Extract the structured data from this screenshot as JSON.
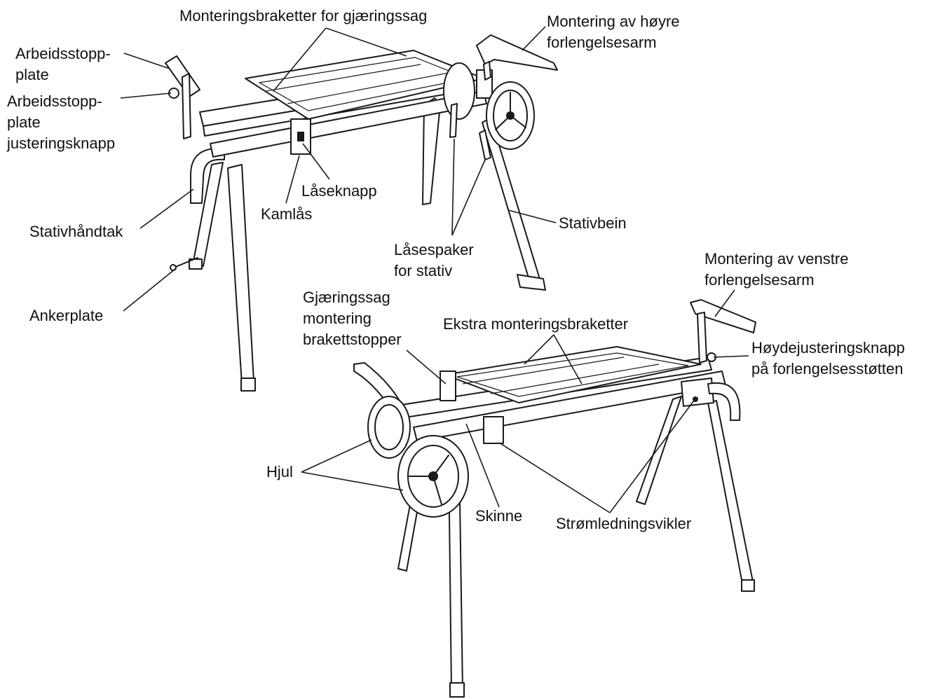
{
  "labels": {
    "monteringsbraketter": "Monteringsbraketter for gjæringssag",
    "hoyre_arm": [
      "Montering av høyre",
      "forlengelsesarm"
    ],
    "arbeidsstopp_plate": [
      "Arbeidsstopp-",
      "plate"
    ],
    "arbeidsstopp_knapp": [
      "Arbeidsstopp-",
      "plate",
      "justeringsknapp"
    ],
    "laseknapp": "Låseknapp",
    "kamlas": "Kamlås",
    "stativhandtak": "Stativhåndtak",
    "stativbein": "Stativbein",
    "lasespaker": [
      "Låsespaker",
      "for stativ"
    ],
    "ankerplate": "Ankerplate",
    "venstre_arm": [
      "Montering av venstre",
      "forlengelsesarm"
    ],
    "brakettstopper": [
      "Gjæringssag",
      "montering",
      "brakettstopper"
    ],
    "ekstra_braketter": "Ekstra monteringsbraketter",
    "hoydejustering": [
      "Høydejusteringsknapp",
      "på forlengelsesstøtten"
    ],
    "hjul": "Hjul",
    "skinne": "Skinne",
    "stromledning": "Strømledningsvikler"
  }
}
